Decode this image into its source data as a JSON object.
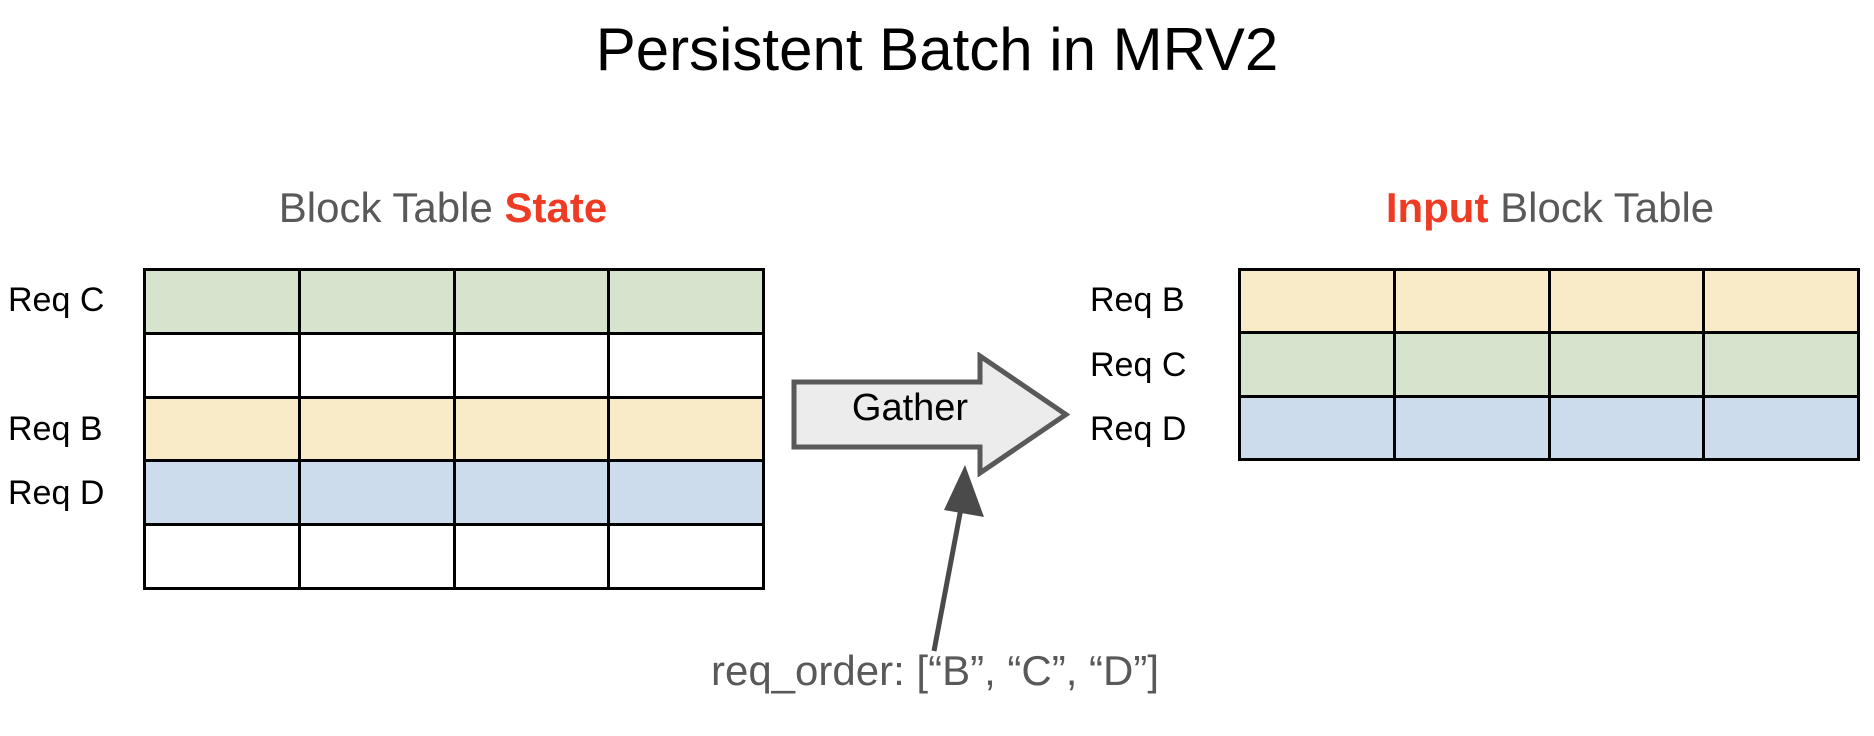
{
  "slide": {
    "title": "Persistent Batch in MRV2",
    "background": "#ffffff"
  },
  "colors": {
    "accent_red": "#EE3B24",
    "heading_gray": "#595959",
    "cell_green": "#D6E3CD",
    "cell_yellow": "#FAEBC8",
    "cell_blue": "#CCDCEC",
    "cell_white": "#FFFFFF",
    "grid_line": "#000000",
    "arrow_fill": "#ECECEC",
    "arrow_stroke": "#595959",
    "pointer_stroke": "#4A4A4A"
  },
  "left_panel": {
    "heading_prefix": "Block Table ",
    "heading_accent": "State",
    "columns": 4,
    "rows": [
      {
        "label": "Req C",
        "color": "#D6E3CD",
        "cells": [
          "",
          "",
          "",
          ""
        ]
      },
      {
        "label": "",
        "color": "#FFFFFF",
        "cells": [
          "",
          "",
          "",
          ""
        ]
      },
      {
        "label": "Req B",
        "color": "#FAEBC8",
        "cells": [
          "",
          "",
          "",
          ""
        ]
      },
      {
        "label": "Req D",
        "color": "#CCDCEC",
        "cells": [
          "",
          "",
          "",
          ""
        ]
      },
      {
        "label": "",
        "color": "#FFFFFF",
        "cells": [
          "",
          "",
          "",
          ""
        ]
      }
    ]
  },
  "right_panel": {
    "heading_accent": "Input",
    "heading_suffix": " Block Table",
    "columns": 4,
    "rows": [
      {
        "label": "Req B",
        "color": "#FAEBC8",
        "cells": [
          "",
          "",
          "",
          ""
        ]
      },
      {
        "label": "Req C",
        "color": "#D6E3CD",
        "cells": [
          "",
          "",
          "",
          ""
        ]
      },
      {
        "label": "Req D",
        "color": "#CCDCEC",
        "cells": [
          "",
          "",
          "",
          ""
        ]
      }
    ]
  },
  "gather": {
    "label": "Gather",
    "direction": "right"
  },
  "annotation": {
    "text": "req_order: [“B”, “C”, “D”]"
  }
}
